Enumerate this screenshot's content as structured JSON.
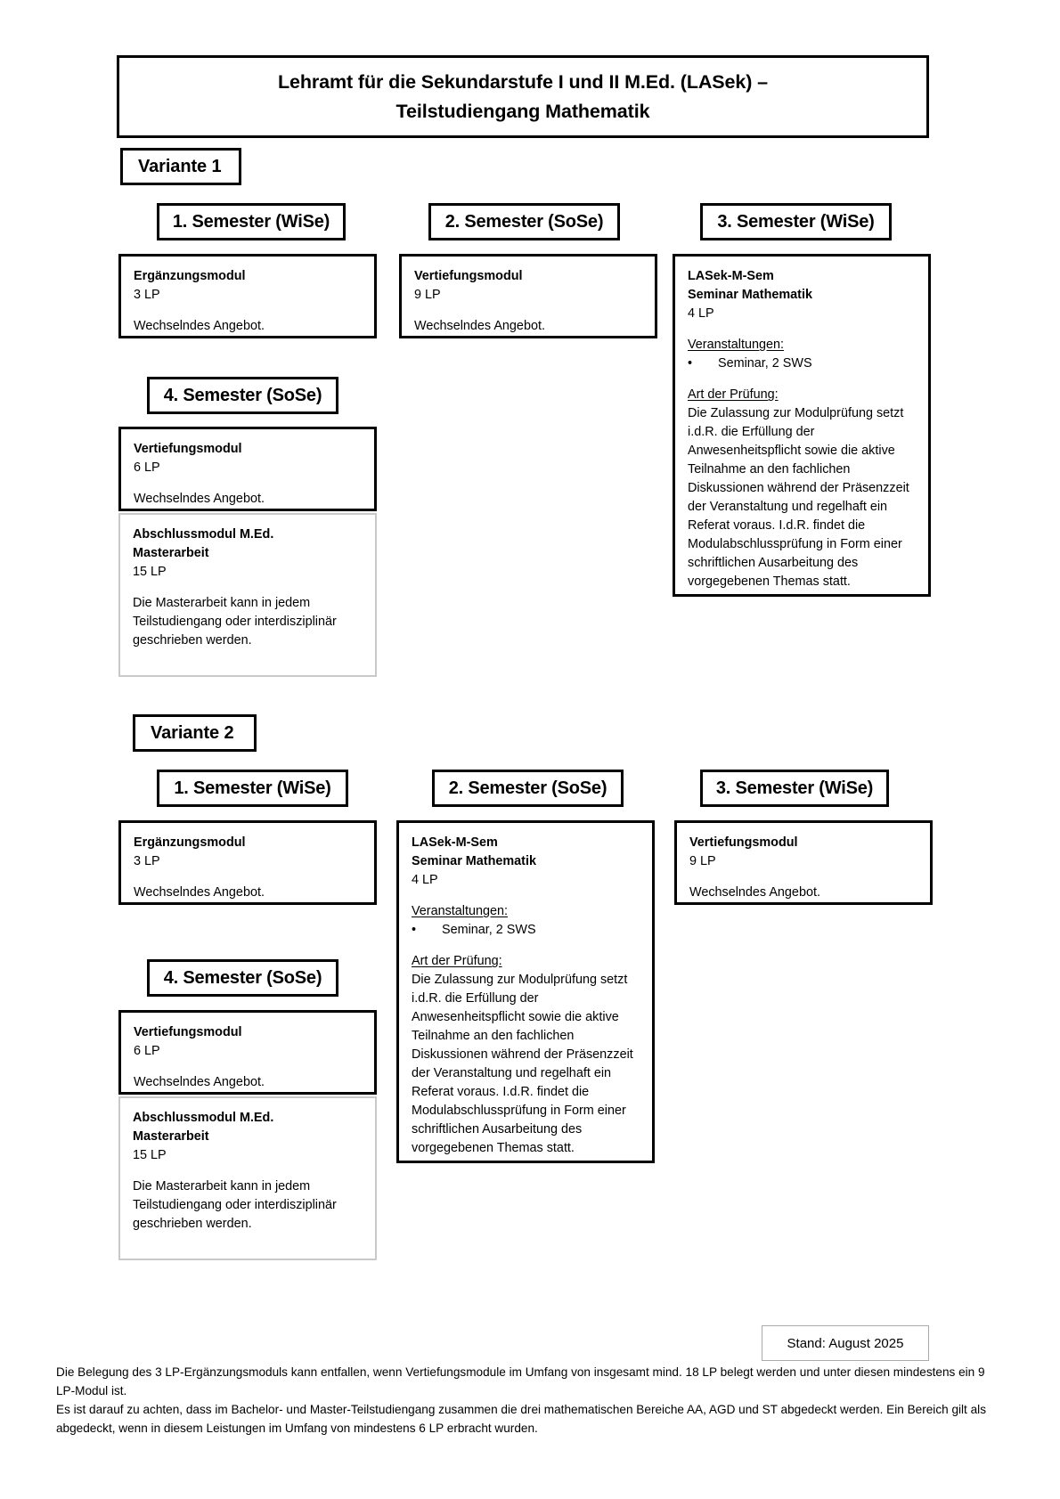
{
  "document": {
    "title_line1": "Lehramt für die Sekundarstufe I und II M.Ed. (LASek) –",
    "title_line2": "Teilstudiengang Mathematik",
    "stand": "Stand: August 2025"
  },
  "labels": {
    "variante1": "Variante 1",
    "variante2": "Variante 2",
    "sem1": "1. Semester (WiSe)",
    "sem2": "2. Semester (SoSe)",
    "sem3": "3. Semester (WiSe)",
    "sem4": "4. Semester (SoSe)"
  },
  "modules": {
    "ergaenzung": {
      "title": "Ergänzungsmodul",
      "lp": "3 LP",
      "note": "Wechselndes Angebot."
    },
    "vertiefung9": {
      "title": "Vertiefungsmodul",
      "lp": "9 LP",
      "note": "Wechselndes Angebot."
    },
    "vertiefung6": {
      "title": "Vertiefungsmodul",
      "lp": "6 LP",
      "note": "Wechselndes Angebot."
    },
    "seminar": {
      "code": "LASek-M-Sem",
      "title": "Seminar Mathematik",
      "lp": "4 LP",
      "veranstaltungen_label": "Veranstaltungen:",
      "veranstaltung_bullet": "•",
      "veranstaltung_item": "Seminar, 2 SWS",
      "pruefung_label": "Art der Prüfung:",
      "pruefung_text": "Die Zulassung zur Modulprüfung setzt i.d.R. die Erfüllung der Anwesenheitspflicht sowie die aktive Teilnahme an den fachlichen Diskussionen während der Präsenzzeit der Veranstaltung und regelhaft ein Referat voraus. I.d.R. findet die Modulabschlussprüfung in Form einer schriftlichen Ausarbeitung des vorgegebenen Themas statt."
    },
    "abschluss": {
      "title_line1": "Abschlussmodul M.Ed.",
      "title_line2": "Masterarbeit",
      "lp": "15 LP",
      "note": "Die Masterarbeit kann in jedem Teilstudiengang oder interdisziplinär geschrieben werden."
    }
  },
  "footnotes": [
    "Die Belegung des 3 LP-Ergänzungsmoduls kann entfallen, wenn Vertiefungsmodule im Umfang von insgesamt mind. 18 LP belegt werden und unter diesen mindestens ein 9 LP-Modul ist.",
    "Es ist darauf zu achten, dass im Bachelor- und Master-Teilstudiengang zusammen die drei mathematischen Bereiche AA, AGD und ST abgedeckt werden. Ein Bereich gilt als abgedeckt, wenn in diesem Leistungen im Umfang von mindestens 6 LP erbracht wurden."
  ],
  "colors": {
    "border_hard": "#000000",
    "border_soft": "#c9c9c9",
    "text": "#000000",
    "background": "#ffffff"
  }
}
